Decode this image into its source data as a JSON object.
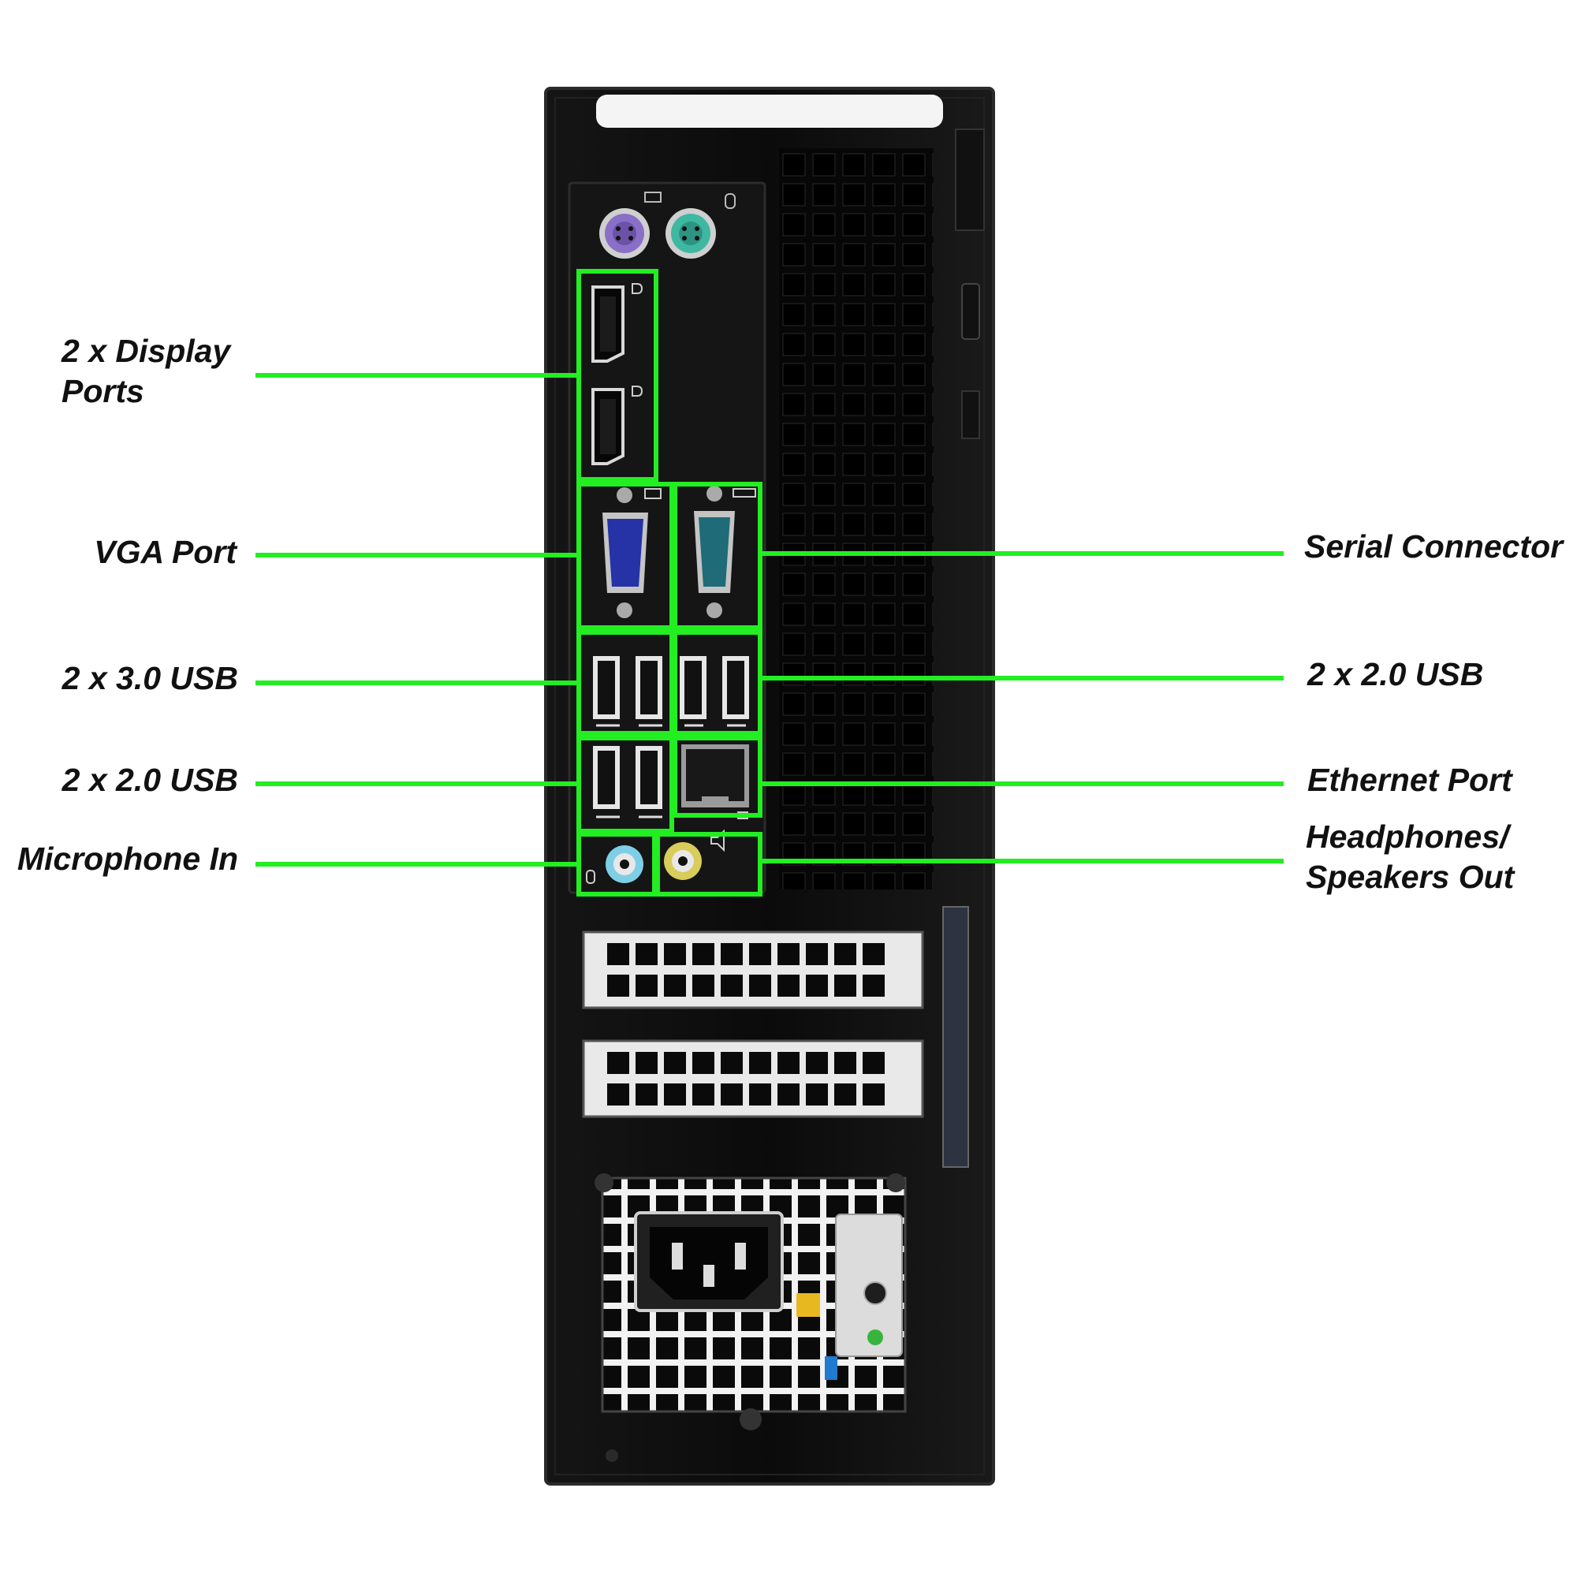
{
  "colors": {
    "callout": "#22ee22",
    "case": "#0d0d0d",
    "panel": "#1a1a1a",
    "vga_blue": "#2633a6",
    "serial_teal": "#1f6b78",
    "ps2_keyboard": "#8a6fc7",
    "ps2_mouse": "#3fb8a2",
    "mic_jack": "#7ecfe6",
    "line_out_jack": "#d8cc5a",
    "psu_led": "#38b43c",
    "psu_accent_yellow": "#e8b820",
    "psu_accent_blue": "#1f7ad0"
  },
  "case_label": "",
  "callouts": {
    "display_ports": {
      "line1": "2 x Display",
      "line2": "Ports"
    },
    "vga_port": {
      "label": "VGA Port"
    },
    "usb30_left": {
      "label": "2 x 3.0 USB"
    },
    "usb20_left": {
      "label": "2 x 2.0 USB"
    },
    "microphone_in": {
      "label": "Microphone In"
    },
    "serial_connector": {
      "label": "Serial Connector"
    },
    "usb20_right": {
      "label": "2 x 2.0 USB"
    },
    "ethernet_port": {
      "label": "Ethernet Port"
    },
    "headphones_out": {
      "line1": "Headphones/",
      "line2": "Speakers Out"
    }
  },
  "icons": [
    "keyboard-icon",
    "mouse-icon",
    "displayport-icon",
    "vga-icon",
    "serial-icon",
    "usb-superspeed-icon",
    "usb-icon",
    "network-icon",
    "microphone-icon",
    "audio-out-icon",
    "power-socket-icon"
  ]
}
